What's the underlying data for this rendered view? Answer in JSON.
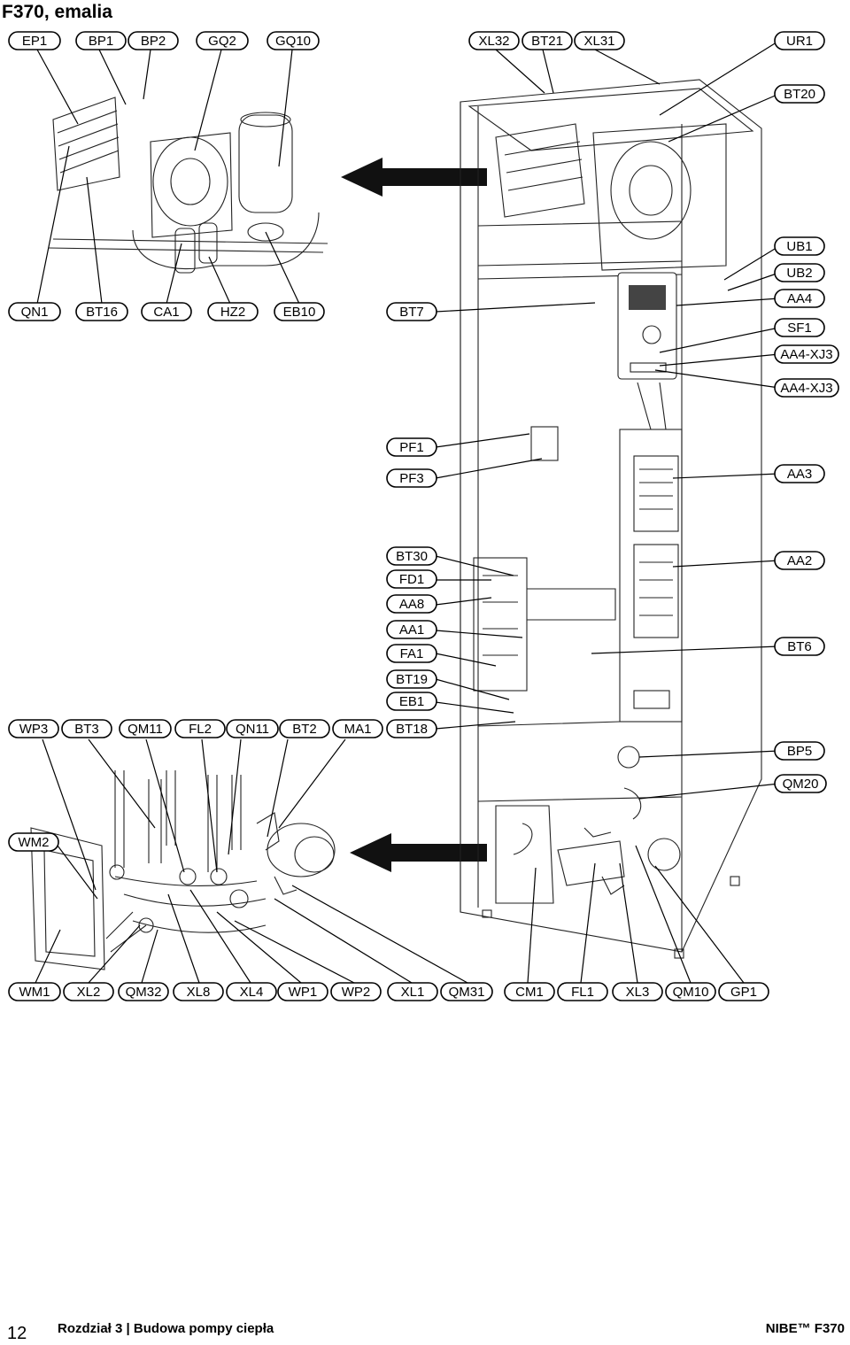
{
  "page": {
    "title": "F370, emalia",
    "page_number": "12",
    "chapter": "Rozdział 3 | Budowa pompy ciepła",
    "product": "NIBE™ F370"
  },
  "labels": [
    "EP1",
    "BP1",
    "BP2",
    "GQ2",
    "GQ10",
    "XL32",
    "BT21",
    "XL31",
    "UR1",
    "BT20",
    "UB1",
    "UB2",
    "AA4",
    "SF1",
    "AA4-XJ3",
    "AA4-XJ3",
    "QN1",
    "BT16",
    "CA1",
    "HZ2",
    "EB10",
    "BT7",
    "PF1",
    "PF3",
    "AA3",
    "BT30",
    "FD1",
    "AA8",
    "AA1",
    "FA1",
    "BT19",
    "EB1",
    "BT18",
    "AA2",
    "BT6",
    "WP3",
    "BT3",
    "QM11",
    "FL2",
    "QN11",
    "BT2",
    "MA1",
    "BP5",
    "QM20",
    "WM2",
    "WM1",
    "XL2",
    "QM32",
    "XL8",
    "XL4",
    "WP1",
    "WP2",
    "XL1",
    "QM31",
    "CM1",
    "FL1",
    "XL3",
    "QM10",
    "GP1"
  ]
}
